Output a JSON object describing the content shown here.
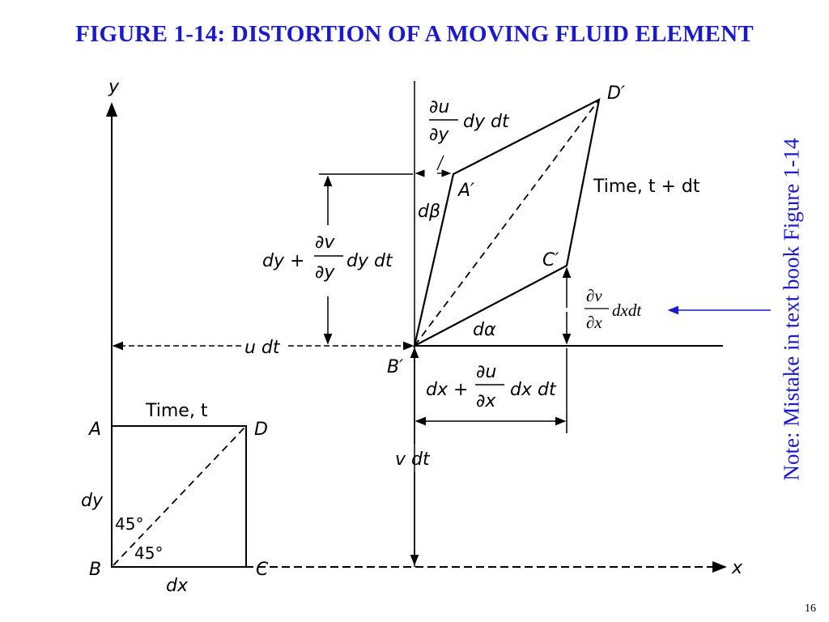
{
  "slide": {
    "title": "FIGURE 1-14: DISTORTION OF A MOVING FLUID ELEMENT",
    "note": "Note: Mistake in text book Figure 1-14",
    "page_number": "16"
  },
  "axes": {
    "x_label": "x",
    "y_label": "y"
  },
  "original_element": {
    "time_label": "Time, t",
    "corners": {
      "A": "A",
      "B": "B",
      "C": "C",
      "D": "D"
    },
    "side_x": "dx",
    "side_y": "dy",
    "angle_1": "45°",
    "angle_2": "45°"
  },
  "moved_element": {
    "time_label": "Time, t + dt",
    "corners": {
      "A": "A′",
      "B": "B′",
      "C": "C′",
      "D": "D′"
    },
    "d_beta": "dβ",
    "d_alpha": "dα"
  },
  "dimensions": {
    "u_dt": "u dt",
    "v_dt": "v dt",
    "dudy_num": "∂u",
    "dudy_den": "∂y",
    "dudy_rest": "dy dt",
    "dy_prefix": "dy +",
    "dvdy_num": "∂v",
    "dvdy_den": "∂y",
    "dvdy_rest": "dy dt",
    "dx_prefix": "dx +",
    "dudx_num": "∂u",
    "dudx_den": "∂x",
    "dudx_rest": "dx dt",
    "dvdx_num": "∂v",
    "dvdx_den": "∂x",
    "dvdx_rest": "dxdt"
  },
  "colors": {
    "note": "#1a1acc",
    "title": "#1a1acc",
    "lines": "#000000"
  }
}
